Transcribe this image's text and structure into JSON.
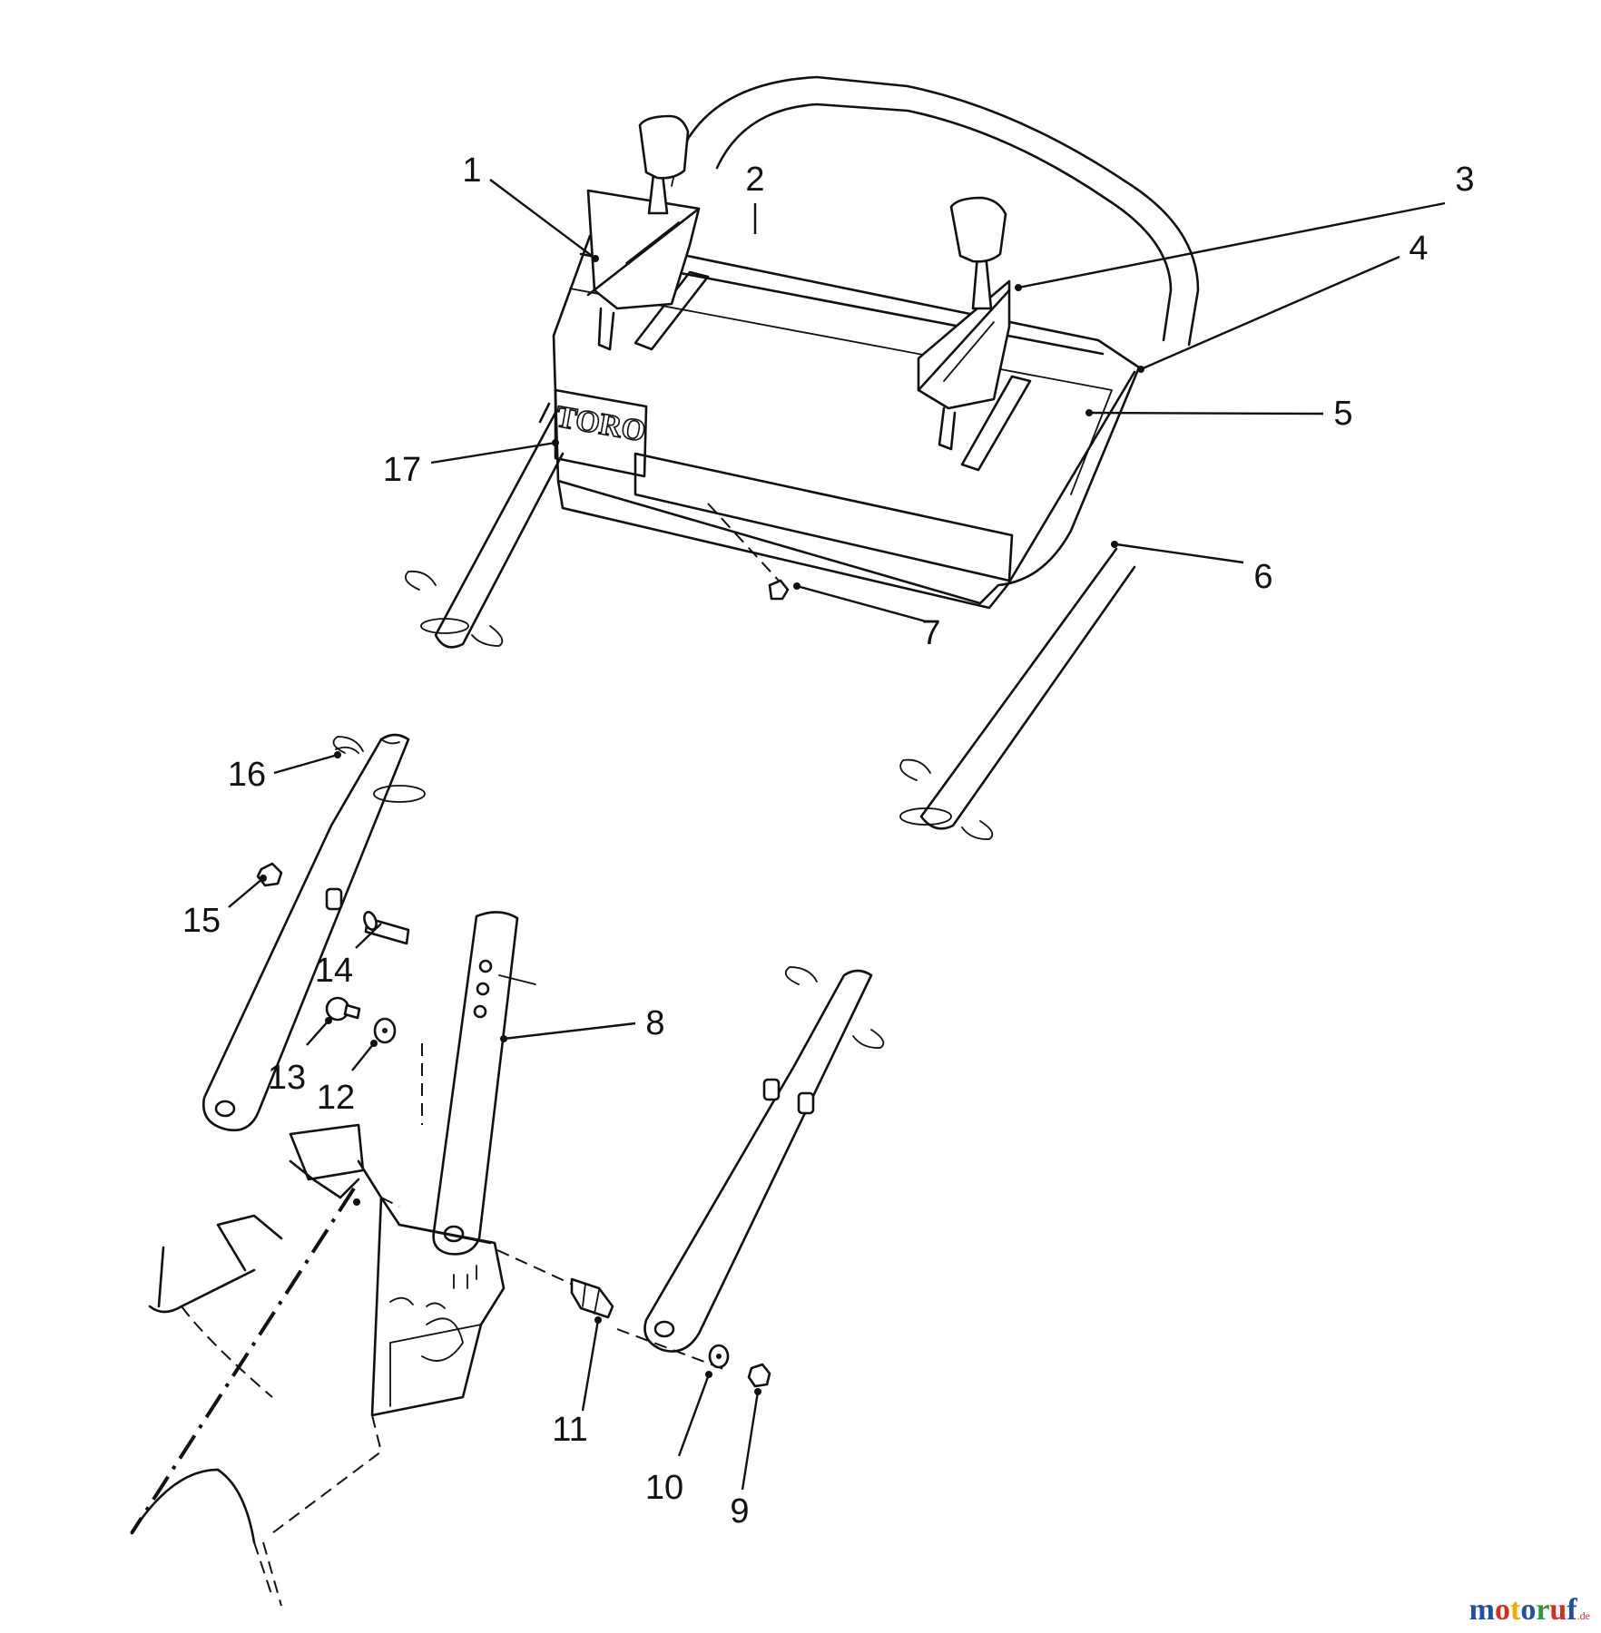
{
  "diagram": {
    "callouts": [
      "1",
      "2",
      "3",
      "4",
      "5",
      "6",
      "7",
      "8",
      "9",
      "10",
      "11",
      "12",
      "13",
      "14",
      "15",
      "16",
      "17"
    ],
    "logo_text": "TORO"
  },
  "watermark": {
    "main": "motoruf",
    "tld": ".de",
    "colors": [
      "#1f4fa8",
      "#d62d20",
      "#f2a900",
      "#1f4fa8",
      "#2a9d3a",
      "#d62d20",
      "#1f4fa8"
    ]
  }
}
